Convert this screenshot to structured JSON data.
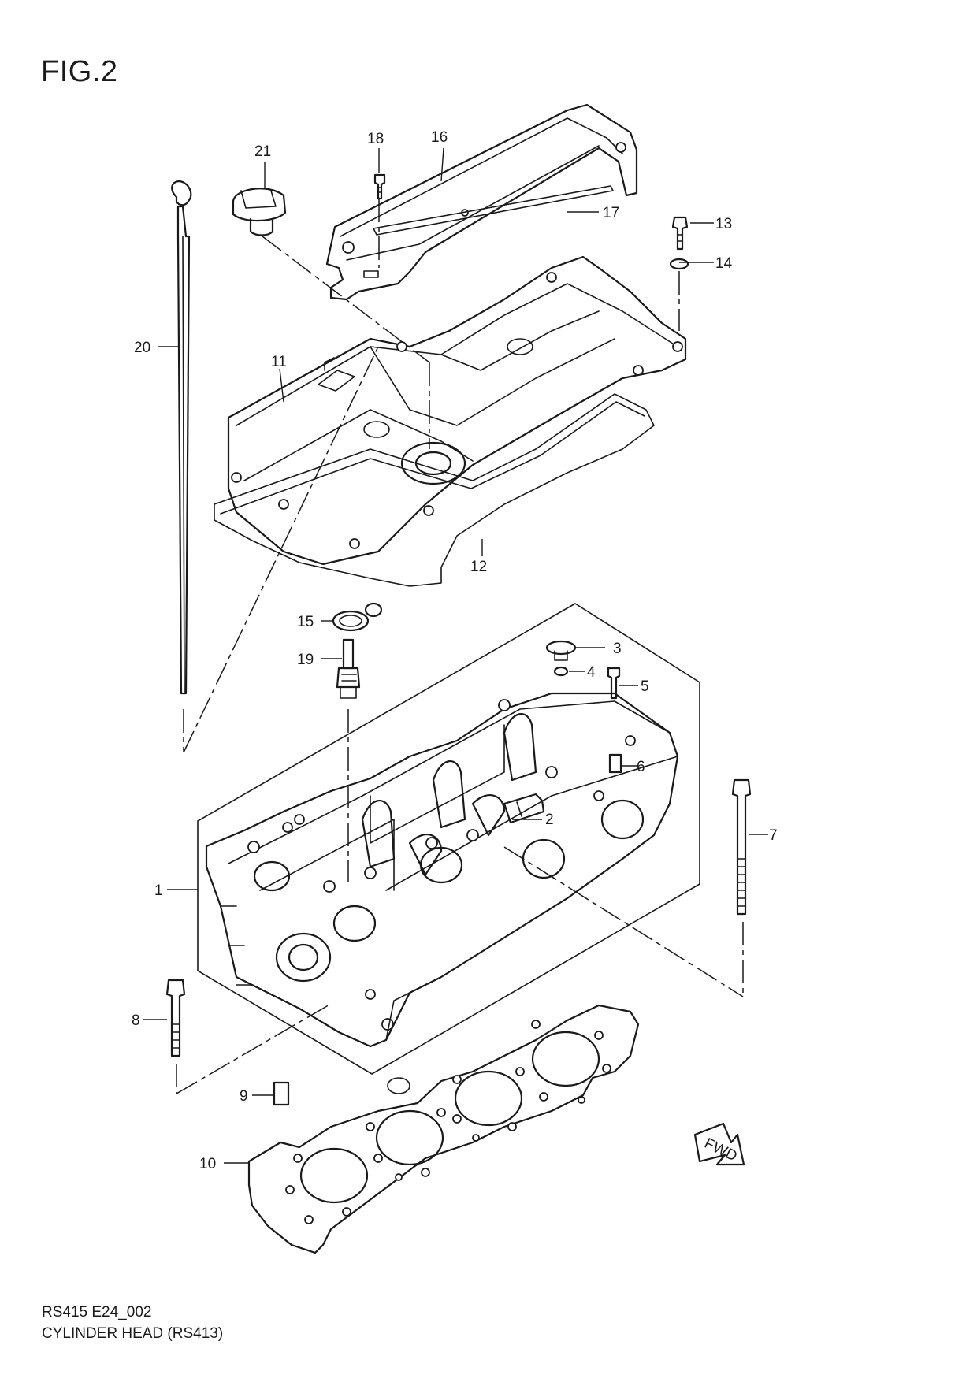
{
  "figure": {
    "title": "FIG.2",
    "code": "RS415 E24_002",
    "caption": "CYLINDER HEAD (RS413)",
    "direction_label": "FWD"
  },
  "parts": [
    {
      "number": "1",
      "icon": "cylinder-head-icon"
    },
    {
      "number": "2",
      "icon": "bolt-icon"
    },
    {
      "number": "3",
      "icon": "cap-icon"
    },
    {
      "number": "4",
      "icon": "washer-icon"
    },
    {
      "number": "5",
      "icon": "bolt-icon"
    },
    {
      "number": "6",
      "icon": "pin-icon"
    },
    {
      "number": "7",
      "icon": "long-bolt-icon"
    },
    {
      "number": "8",
      "icon": "bolt-icon"
    },
    {
      "number": "9",
      "icon": "pin-icon"
    },
    {
      "number": "10",
      "icon": "head-gasket-icon"
    },
    {
      "number": "11",
      "icon": "cylinder-head-cover-icon"
    },
    {
      "number": "12",
      "icon": "cover-gasket-icon"
    },
    {
      "number": "13",
      "icon": "bolt-icon"
    },
    {
      "number": "14",
      "icon": "washer-icon"
    },
    {
      "number": "15",
      "icon": "seal-icon"
    },
    {
      "number": "16",
      "icon": "engine-cover-icon"
    },
    {
      "number": "17",
      "icon": "seal-strip-icon"
    },
    {
      "number": "18",
      "icon": "bolt-icon"
    },
    {
      "number": "19",
      "icon": "spark-plug-icon"
    },
    {
      "number": "20",
      "icon": "dipstick-icon"
    },
    {
      "number": "21",
      "icon": "oil-filler-cap-icon"
    }
  ]
}
